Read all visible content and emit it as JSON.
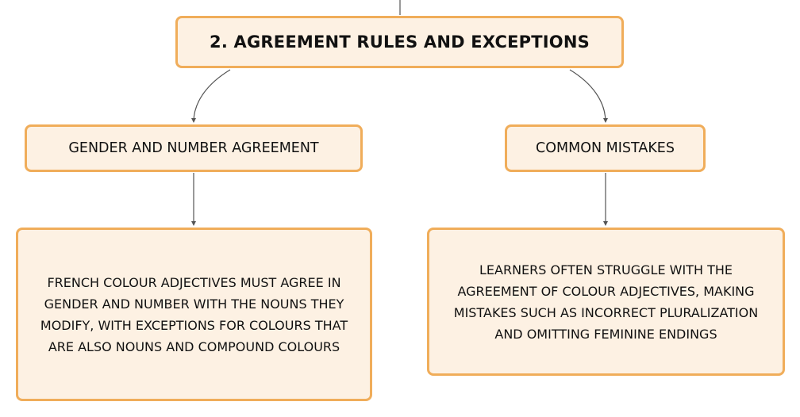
{
  "diagram": {
    "root": {
      "label": "2. AGREEMENT RULES AND EXCEPTIONS"
    },
    "branches": [
      {
        "heading": "GENDER AND NUMBER AGREEMENT",
        "detail": "FRENCH COLOUR ADJECTIVES MUST AGREE IN GENDER AND NUMBER WITH THE NOUNS THEY MODIFY, WITH EXCEPTIONS FOR COLOURS THAT ARE ALSO NOUNS AND COMPOUND COLOURS"
      },
      {
        "heading": "COMMON MISTAKES",
        "detail": "LEARNERS OFTEN STRUGGLE WITH THE AGREEMENT OF COLOUR ADJECTIVES, MAKING MISTAKES SUCH AS INCORRECT PLURALIZATION AND OMITTING FEMININE ENDINGS"
      }
    ],
    "colors": {
      "node_fill": "#fdf1e3",
      "node_border": "#f0ad5a",
      "connector": "#555555"
    }
  }
}
